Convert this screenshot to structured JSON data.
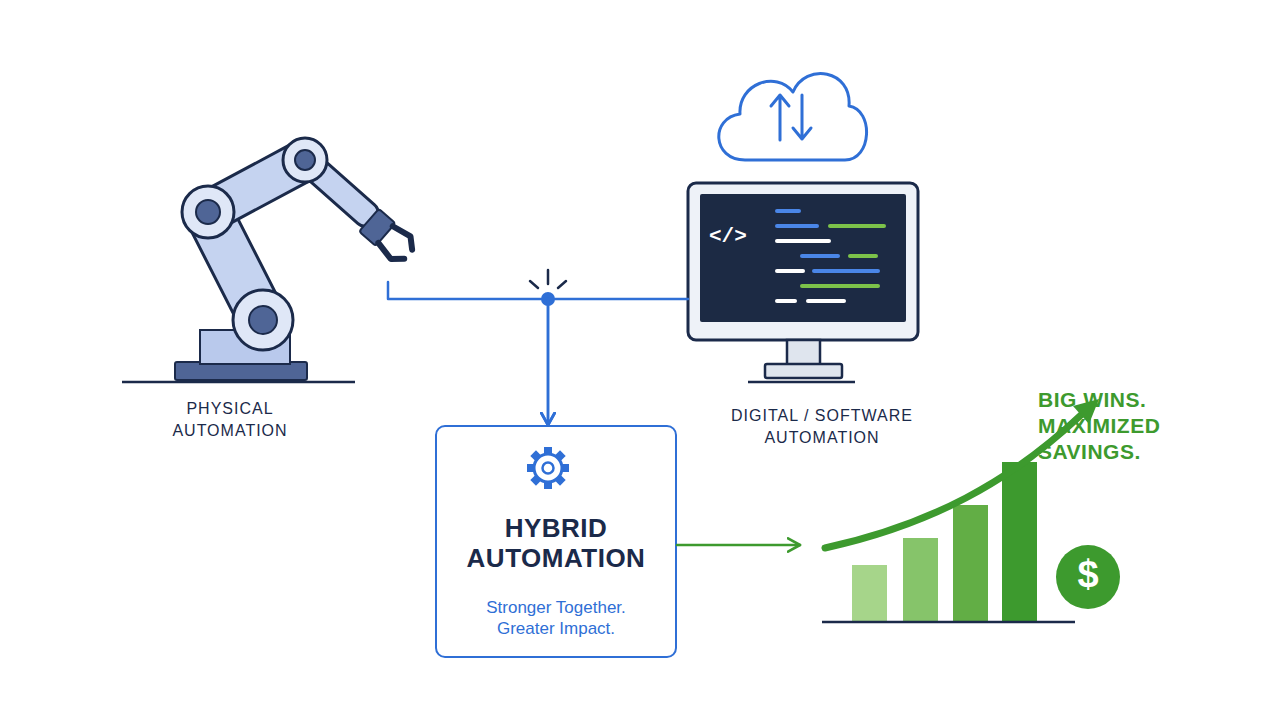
{
  "diagram": {
    "nodes": [
      {
        "text": [
          "PHYSICAL AUTOMATION"
        ]
      },
      {
        "text": [
          "DIGITAL / SOFTWARE AUTOMATION"
        ]
      },
      {
        "text": [
          "HYBRID AUTOMATION",
          "Stronger Together. Greater Impact."
        ]
      },
      {
        "text": [
          "BIG WINS. MAXIMIZED SAVINGS."
        ]
      }
    ],
    "edges": [
      {
        "from": 0,
        "to": 2,
        "arrow": "to"
      },
      {
        "from": 1,
        "to": 2,
        "arrow": "to"
      },
      {
        "from": 2,
        "to": 3,
        "arrow": "to"
      }
    ],
    "labels": [
      "</>",
      "$"
    ]
  }
}
